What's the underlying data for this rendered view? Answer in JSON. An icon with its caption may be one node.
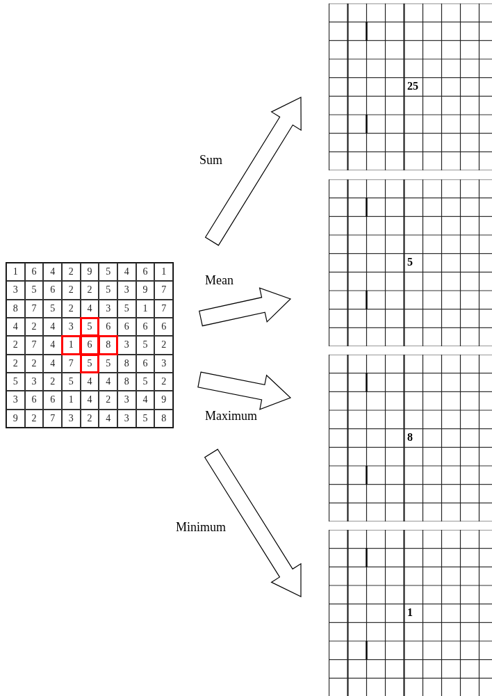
{
  "diagram": {
    "nodes": [
      {
        "text": [],
        "shape": "box"
      },
      {
        "text": [
          "25"
        ]
      },
      {
        "text": [
          "5"
        ]
      },
      {
        "text": [
          "8"
        ]
      },
      {
        "text": [
          "1"
        ]
      }
    ],
    "edges": [
      {
        "from": 0,
        "to": 1,
        "arrow": "to",
        "label": "Sum"
      },
      {
        "from": 0,
        "to": 2,
        "arrow": "to",
        "label": "Mean"
      },
      {
        "from": 0,
        "to": 3,
        "arrow": "to",
        "label": "Maximum"
      },
      {
        "from": 0,
        "to": 4,
        "arrow": "to",
        "label": "Minimum"
      }
    ],
    "labels": [
      "1",
      "6",
      "4",
      "2",
      "9",
      "5",
      "4",
      "6",
      "1",
      "3",
      "5",
      "6",
      "2",
      "2",
      "5",
      "3",
      "9",
      "7",
      "8",
      "7",
      "5",
      "2",
      "4",
      "3",
      "5",
      "1",
      "7",
      "4",
      "2",
      "4",
      "3",
      "5",
      "6",
      "6",
      "6",
      "6",
      "2",
      "7",
      "4",
      "1",
      "6",
      "8",
      "3",
      "5",
      "2",
      "2",
      "2",
      "4",
      "7",
      "5",
      "5",
      "8",
      "6",
      "3",
      "5",
      "3",
      "2",
      "5",
      "4",
      "4",
      "8",
      "5",
      "2",
      "3",
      "6",
      "6",
      "1",
      "4",
      "2",
      "3",
      "4",
      "9",
      "9",
      "2",
      "7",
      "3",
      "2",
      "4",
      "3",
      "5",
      "8"
    ]
  }
}
